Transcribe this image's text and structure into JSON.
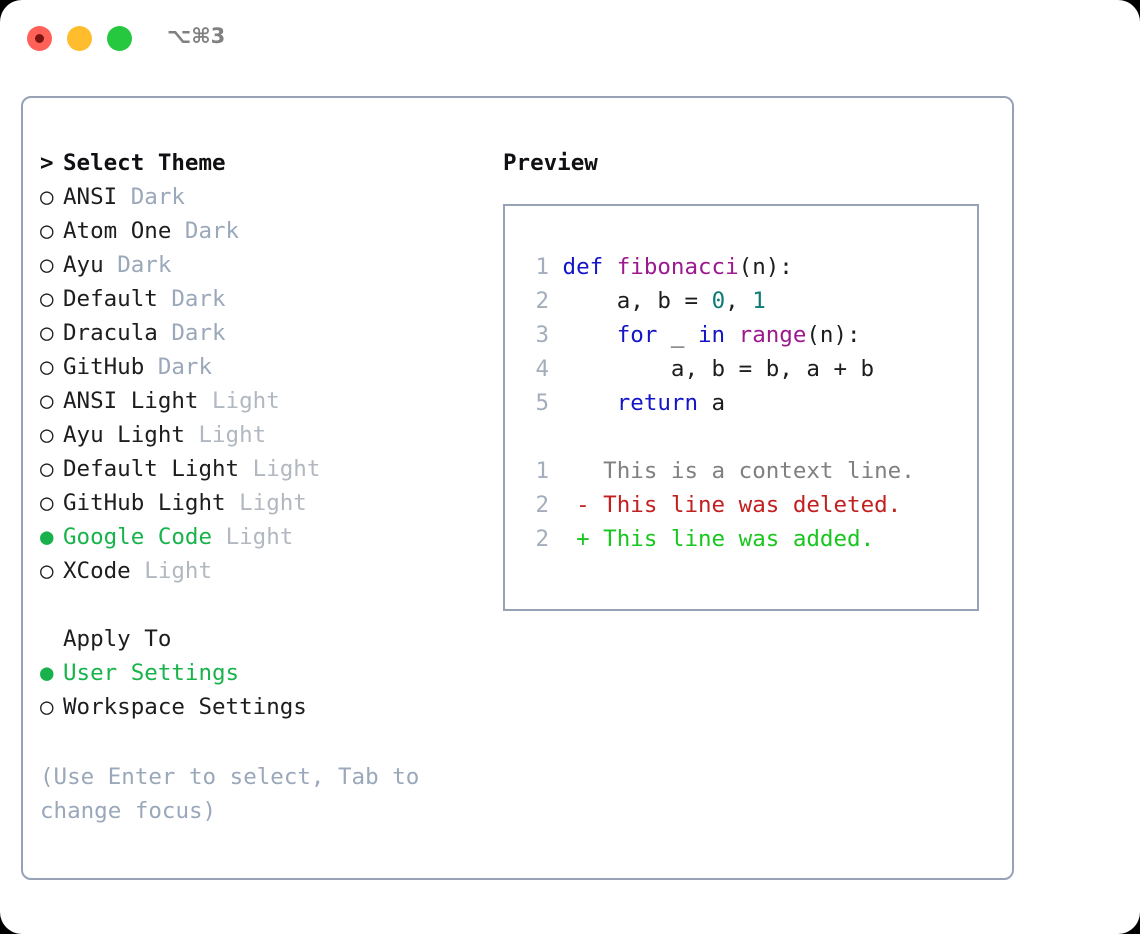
{
  "titlebar": {
    "shortcut": "⌥⌘3",
    "buttons": {
      "close": "close",
      "minimize": "minimize",
      "maximize": "maximize"
    }
  },
  "colors": {
    "accent_green": "#19b34c",
    "border": "#97a3b4",
    "muted": "#9aa8ba",
    "keyword": "#1515c8",
    "function": "#9c1a8e",
    "number": "#0e7a76",
    "diff_added": "#18c71d",
    "diff_deleted": "#c22020",
    "diff_context": "#808080"
  },
  "theme_picker": {
    "heading": "Select Theme",
    "heading_marker": ">",
    "marker_unselected": "○",
    "marker_selected": "●",
    "items": [
      {
        "name": "ANSI",
        "category": "Dark",
        "selected": false
      },
      {
        "name": "Atom One",
        "category": "Dark",
        "selected": false
      },
      {
        "name": "Ayu",
        "category": "Dark",
        "selected": false
      },
      {
        "name": "Default",
        "category": "Dark",
        "selected": false
      },
      {
        "name": "Dracula",
        "category": "Dark",
        "selected": false
      },
      {
        "name": "GitHub",
        "category": "Dark",
        "selected": false
      },
      {
        "name": "ANSI Light",
        "category": "Light",
        "selected": false
      },
      {
        "name": "Ayu Light",
        "category": "Light",
        "selected": false
      },
      {
        "name": "Default Light",
        "category": "Light",
        "selected": false
      },
      {
        "name": "GitHub Light",
        "category": "Light",
        "selected": false
      },
      {
        "name": "Google Code",
        "category": "Light",
        "selected": true
      },
      {
        "name": "XCode",
        "category": "Light",
        "selected": false
      }
    ]
  },
  "apply_to": {
    "heading": "Apply To",
    "items": [
      {
        "name": "User Settings",
        "selected": true
      },
      {
        "name": "Workspace Settings",
        "selected": false
      }
    ]
  },
  "hint": "(Use Enter to select, Tab to change focus)",
  "preview": {
    "title": "Preview",
    "code_lines": [
      {
        "no": "1",
        "tokens": [
          {
            "t": "def ",
            "c": "kw"
          },
          {
            "t": "fibonacci",
            "c": "fn"
          },
          {
            "t": "(n):",
            "c": "plain"
          }
        ]
      },
      {
        "no": "2",
        "tokens": [
          {
            "t": "    a, b = ",
            "c": "plain"
          },
          {
            "t": "0",
            "c": "num"
          },
          {
            "t": ", ",
            "c": "plain"
          },
          {
            "t": "1",
            "c": "num"
          }
        ]
      },
      {
        "no": "3",
        "tokens": [
          {
            "t": "    ",
            "c": "plain"
          },
          {
            "t": "for",
            "c": "kw"
          },
          {
            "t": " _ ",
            "c": "plain"
          },
          {
            "t": "in",
            "c": "kw"
          },
          {
            "t": " ",
            "c": "plain"
          },
          {
            "t": "range",
            "c": "fn"
          },
          {
            "t": "(n):",
            "c": "plain"
          }
        ]
      },
      {
        "no": "4",
        "tokens": [
          {
            "t": "        a, b = b, a + b",
            "c": "plain"
          }
        ]
      },
      {
        "no": "5",
        "tokens": [
          {
            "t": "    ",
            "c": "plain"
          },
          {
            "t": "return",
            "c": "kw"
          },
          {
            "t": " a",
            "c": "plain"
          }
        ]
      }
    ],
    "diff_lines": [
      {
        "no": "1",
        "marker": " ",
        "text": " This is a context line.",
        "kind": "diff-ctx"
      },
      {
        "no": "2",
        "marker": "-",
        "text": " This line was deleted.",
        "kind": "diff-del"
      },
      {
        "no": "2",
        "marker": "+",
        "text": " This line was added.",
        "kind": "diff-add"
      }
    ]
  }
}
